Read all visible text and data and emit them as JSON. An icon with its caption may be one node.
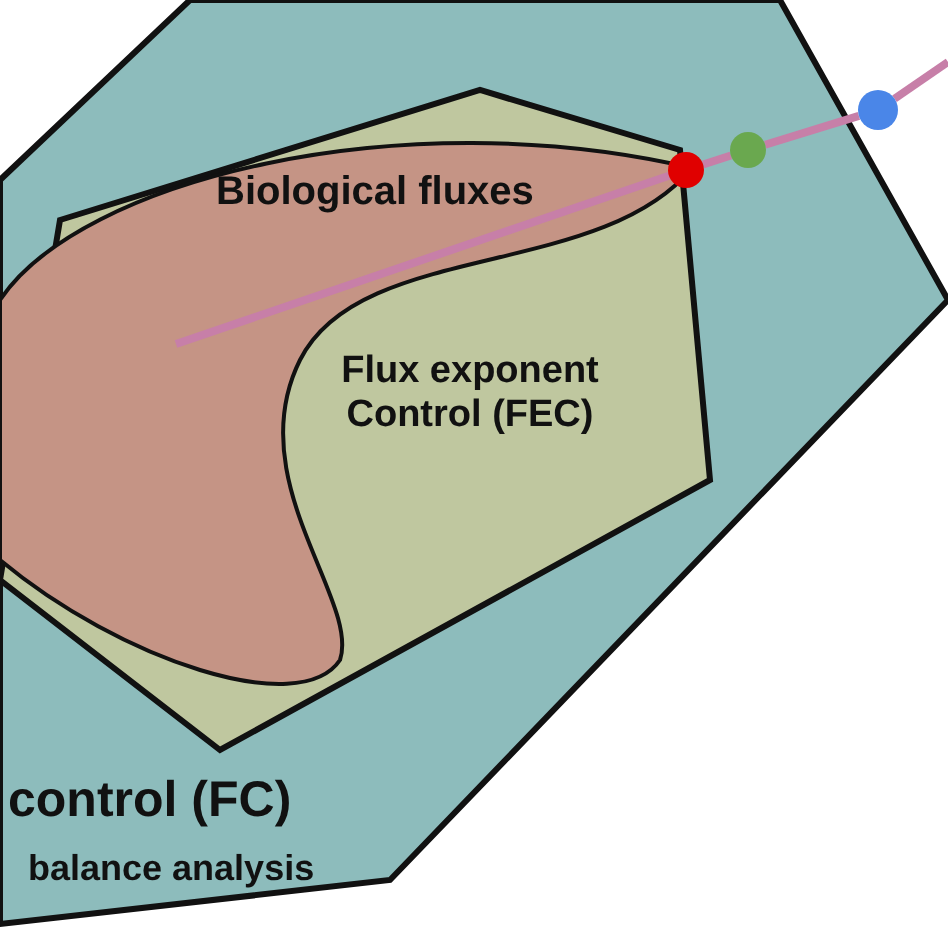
{
  "diagram": {
    "nodes": [
      {
        "text": [
          "control (FC)",
          "balance analysis"
        ]
      },
      {
        "text": [
          "Flux exponent Control (FEC)"
        ],
        "in": 0
      },
      {
        "text": [
          "Biological fluxes"
        ],
        "in": 1
      },
      {
        "text": [],
        "shape": "circle",
        "in": 0
      },
      {
        "text": [],
        "shape": "circle",
        "in": 0
      },
      {
        "text": [],
        "shape": "circle",
        "in": 0
      }
    ],
    "edges": [
      {
        "from": 2,
        "to": 3,
        "arrow": "none"
      },
      {
        "from": 3,
        "to": 4,
        "arrow": "none"
      },
      {
        "from": 4,
        "to": 5,
        "arrow": "none"
      },
      {
        "from": 5,
        "to": null,
        "arrow": "none"
      }
    ]
  }
}
